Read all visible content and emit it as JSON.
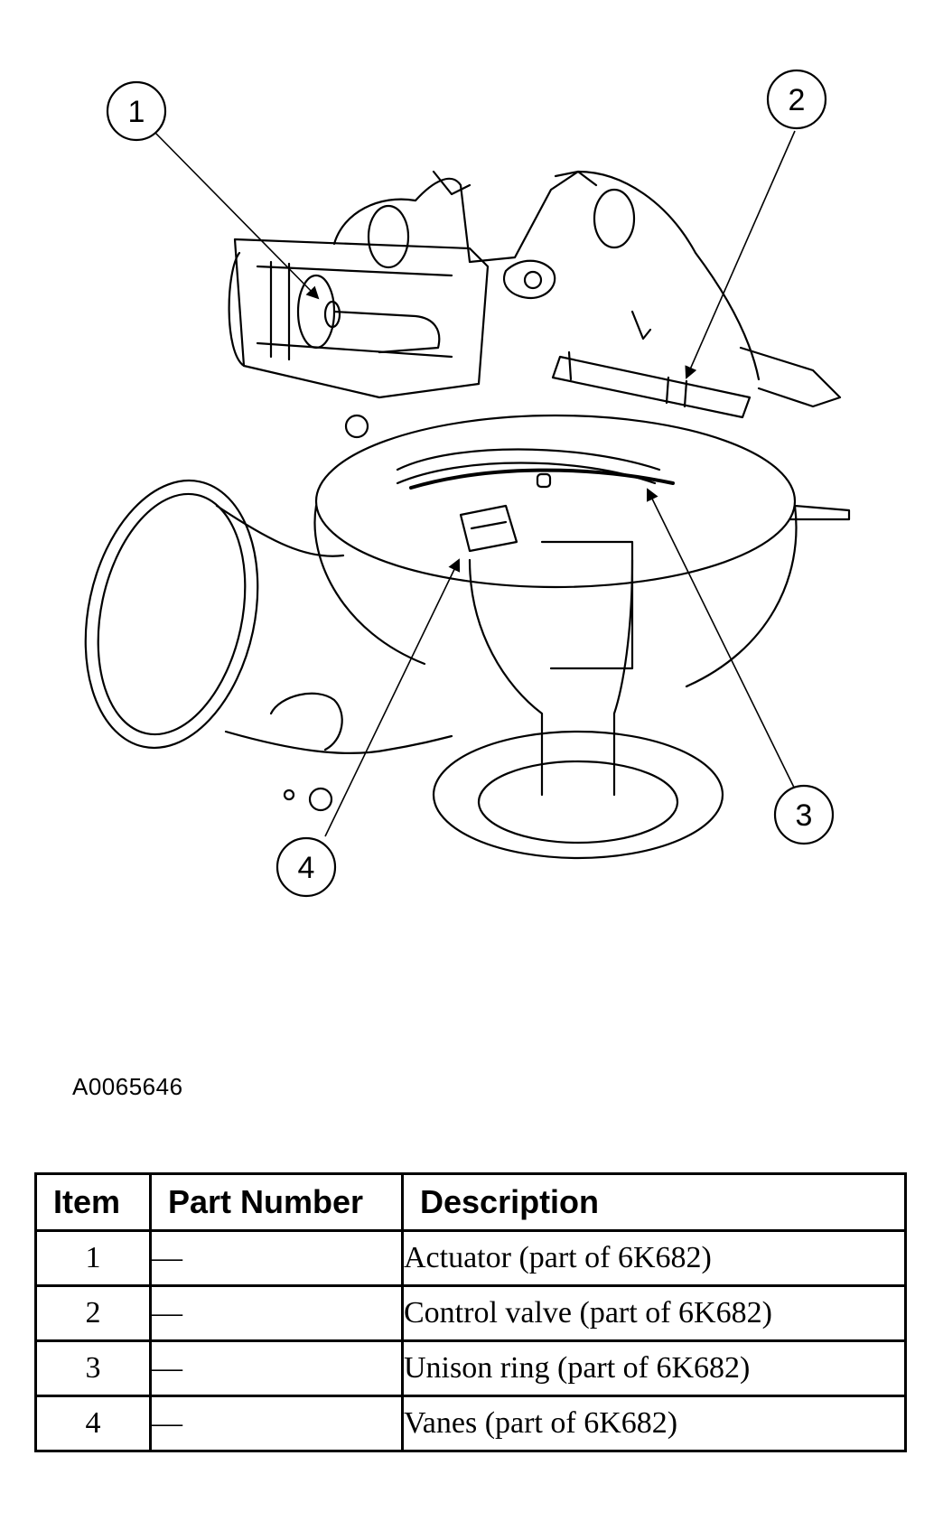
{
  "figure_id": "A0065646",
  "callouts": [
    {
      "id": "callout-1",
      "label": "1"
    },
    {
      "id": "callout-2",
      "label": "2"
    },
    {
      "id": "callout-3",
      "label": "3"
    },
    {
      "id": "callout-4",
      "label": "4"
    }
  ],
  "table": {
    "headers": {
      "item": "Item",
      "part_number": "Part Number",
      "description": "Description"
    },
    "rows": [
      {
        "item": "1",
        "part_number": "—",
        "description": "Actuator (part of 6K682)"
      },
      {
        "item": "2",
        "part_number": "—",
        "description": "Control valve (part of 6K682)"
      },
      {
        "item": "3",
        "part_number": "—",
        "description": "Unison ring (part of 6K682)"
      },
      {
        "item": "4",
        "part_number": "—",
        "description": "Vanes (part of 6K682)"
      }
    ]
  }
}
